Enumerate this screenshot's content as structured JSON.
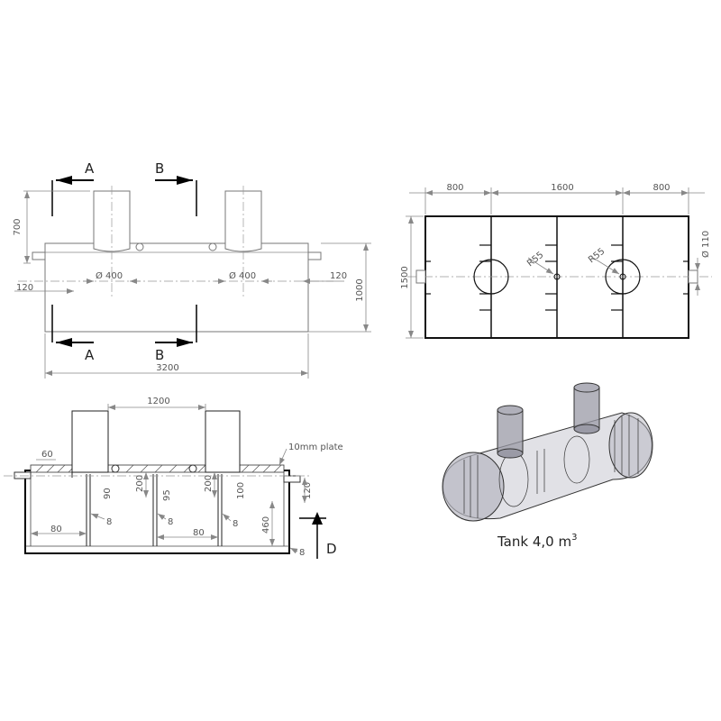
{
  "side_view": {
    "section_a_top": "A",
    "section_b_top": "B",
    "section_a_bottom": "A",
    "section_b_bottom": "B",
    "dim_700": "700",
    "dim_1000": "1000",
    "dim_3200": "3200",
    "dim_120_left": "120",
    "dim_120_right": "120",
    "dia_400_left": "Ø 400",
    "dia_400_right": "Ø 400"
  },
  "top_view": {
    "dim_800_left": "800",
    "dim_1600": "1600",
    "dim_800_right": "800",
    "dim_1500": "1500",
    "radius_left": "R55",
    "radius_right": "R55",
    "dia_110": "Ø 110"
  },
  "section_view": {
    "dim_1200": "1200",
    "dim_60": "60",
    "plate_label": "10mm plate",
    "dim_90": "90",
    "dim_200_a": "200",
    "dim_95": "95",
    "dim_200_b": "200",
    "dim_100": "100",
    "dim_120": "120",
    "dim_460": "460",
    "dim_80_a": "80",
    "dim_80_b": "80",
    "dim_8_a": "8",
    "dim_8_b": "8",
    "dim_8_c": "8",
    "dim_8_d": "8",
    "section_d": "D"
  },
  "iso_view": {
    "caption": "Tank 4,0 m",
    "caption_sup": "3"
  }
}
